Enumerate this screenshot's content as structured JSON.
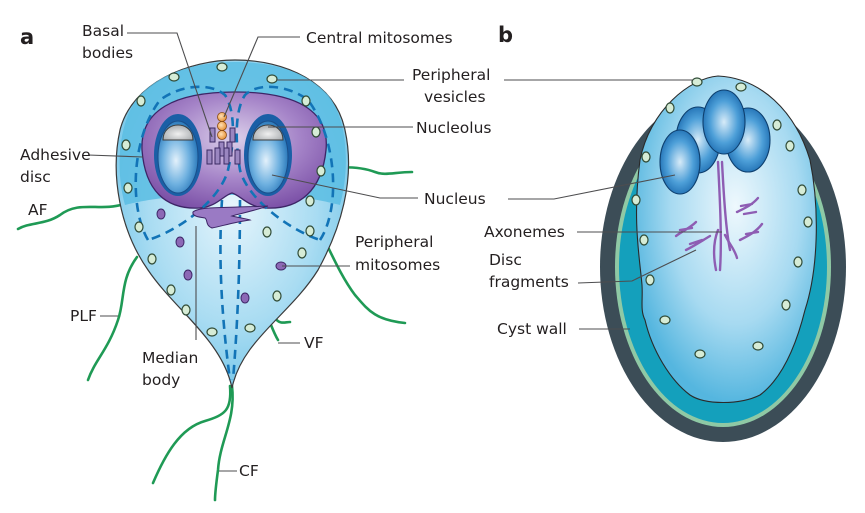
{
  "figure": {
    "panels": {
      "a": {
        "letter": "a",
        "title": "Trophozoite"
      },
      "b": {
        "letter": "b",
        "title": "Cyst"
      }
    },
    "labels_a": {
      "basal_bodies": [
        "Basal",
        "bodies"
      ],
      "central_mitosomes": "Central mitosomes",
      "peripheral_vesicles": [
        "Peripheral",
        "vesicles"
      ],
      "nucleolus": "Nucleolus",
      "adhesive_disc": [
        "Adhesive",
        "disc"
      ],
      "nucleus": "Nucleus",
      "af": "AF",
      "peripheral_mitosomes": [
        "Peripheral",
        "mitosomes"
      ],
      "plf": "PLF",
      "median_body": [
        "Median",
        "body"
      ],
      "vf": "VF",
      "cf": "CF"
    },
    "labels_b": {
      "axonemes": "Axonemes",
      "disc_fragments": [
        "Disc",
        "fragments"
      ],
      "cyst_wall": "Cyst wall"
    },
    "colors": {
      "cytoplasm": "#5bbde3",
      "cytoplasm_light": "#c9e9f7",
      "adhesive_disc": "#8a5fb0",
      "nucleus": "#1e80c6",
      "nucleolus": "#c6c8c9",
      "flagella": "#1f9a55",
      "cyst_wall": "#3c4d57",
      "cyst_ring": "#8fc9a5",
      "mitosome_central": "#f2a94a",
      "mitosome_peripheral": "#8c68b5"
    }
  }
}
